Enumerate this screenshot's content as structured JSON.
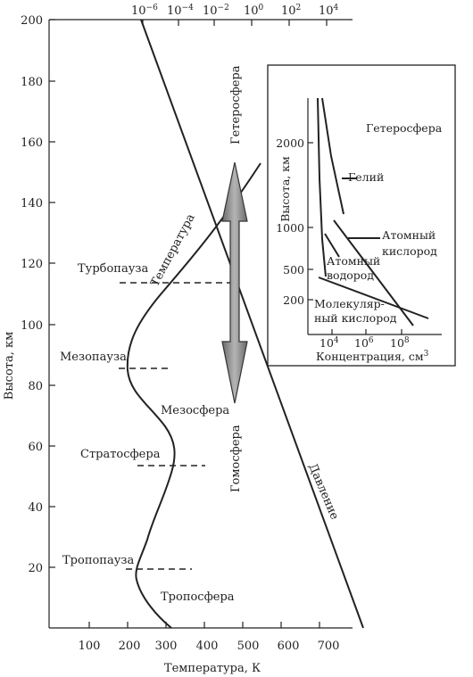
{
  "axes": {
    "y_label": "Высота, км",
    "y_ticks": [
      "20",
      "40",
      "60",
      "80",
      "100",
      "120",
      "140",
      "160",
      "180",
      "200"
    ],
    "x_label": "Температура, К",
    "x_ticks": [
      "100",
      "200",
      "300",
      "400",
      "500",
      "600",
      "700"
    ],
    "top_ticks": [
      {
        "base": "10",
        "exp": "−6"
      },
      {
        "base": "10",
        "exp": "−4"
      },
      {
        "base": "10",
        "exp": "−2"
      },
      {
        "base": "10",
        "exp": "0"
      },
      {
        "base": "10",
        "exp": "2"
      },
      {
        "base": "10",
        "exp": "4"
      }
    ]
  },
  "labels": {
    "turbopause": "Турбопауза",
    "mesopause": "Мезопауза",
    "stratosphere": "Стратосфера",
    "tropopause": "Тропопауза",
    "troposphere": "Тропосфера",
    "mesosphere": "Мезосфера",
    "temperature": "Температура",
    "pressure": "Давление",
    "heterosphere": "Гетеросфера",
    "homosphere": "Гомосфера"
  },
  "inset": {
    "title": "Гетеросфера",
    "y_label": "Высота, км",
    "y_ticks": [
      "200",
      "500",
      "1000",
      "2000"
    ],
    "x_label": "Концентрация, см",
    "x_label_sup": "3",
    "x_ticks": [
      {
        "base": "10",
        "exp": "4"
      },
      {
        "base": "10",
        "exp": "6"
      },
      {
        "base": "10",
        "exp": "8"
      }
    ],
    "helium": "Гелий",
    "atomic_hydrogen_1": "Атомный",
    "atomic_hydrogen_2": "водород",
    "atomic_oxygen_1": "Атомный",
    "atomic_oxygen_2": "кислород",
    "molecular_oxygen_1": "Молекуляр-",
    "molecular_oxygen_2": "ный кислород"
  }
}
